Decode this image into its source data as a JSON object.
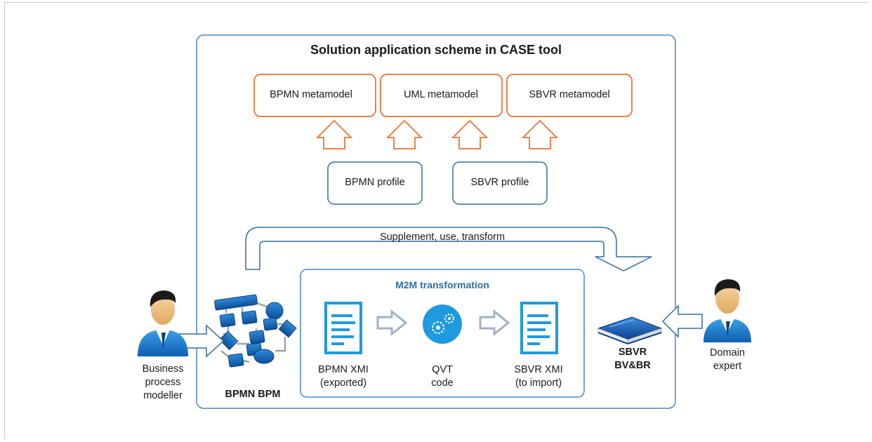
{
  "title": "Solution application scheme in CASE tool",
  "metamodels": [
    "BPMN metamodel",
    "UML metamodel",
    "SBVR metamodel"
  ],
  "profiles": [
    "BPMN profile",
    "SBVR profile"
  ],
  "flow_label": "Supplement, use, transform",
  "m2m": {
    "title": "M2M transformation",
    "items": [
      {
        "line1": "BPMN XMI",
        "line2": "(exported)"
      },
      {
        "line1": "QVT",
        "line2": "code"
      },
      {
        "line1": "SBVR XMI",
        "line2": "(to import)"
      }
    ]
  },
  "bpm_label": "BPMN BPM",
  "sbvr_label": {
    "line1": "SBVR",
    "line2": "BV&BR"
  },
  "actors": {
    "left": {
      "line1": "Business",
      "line2": "process",
      "line3": "modeller"
    },
    "right": {
      "line1": "Domain",
      "line2": "expert"
    }
  },
  "icons": [
    "person-icon",
    "flowchart-icon",
    "document-icon",
    "gears-icon",
    "book-icon"
  ],
  "colors": {
    "container_border": "#4a86c0",
    "metamodel_border": "#e8834a",
    "profile_border": "#2f6e9e",
    "arrow_orange": "#e8834a",
    "m2m_title": "#2e6ea6",
    "icon_blue": "#1f9ae0",
    "shape_blue": "#1565b4"
  }
}
